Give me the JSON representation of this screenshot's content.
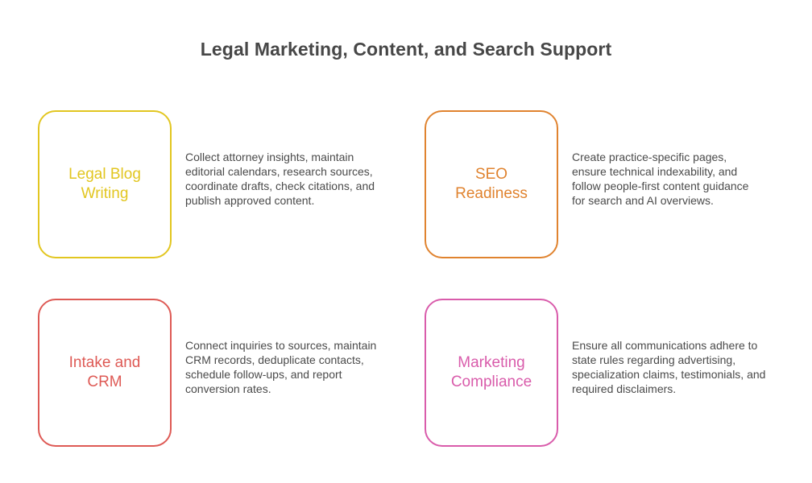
{
  "title": "Legal Marketing, Content, and Search Support",
  "items": [
    {
      "label": "Legal Blog Writing",
      "description": "Collect attorney insights, maintain editorial calendars, research sources, coordinate drafts, check citations, and publish approved content.",
      "color": "#e2c620"
    },
    {
      "label": "SEO Readiness",
      "description": "Create practice-specific pages, ensure technical indexability, and follow people-first content guidance for search and AI overviews.",
      "color": "#e0832f"
    },
    {
      "label": "Intake and CRM",
      "description": "Connect inquiries to sources, maintain CRM records, deduplicate contacts, schedule follow-ups, and report conversion rates.",
      "color": "#de5a55"
    },
    {
      "label": "Marketing Compliance",
      "description": "Ensure all communications adhere to state rules regarding advertising, specialization claims, testimonials, and required disclaimers.",
      "color": "#d95cab"
    }
  ]
}
